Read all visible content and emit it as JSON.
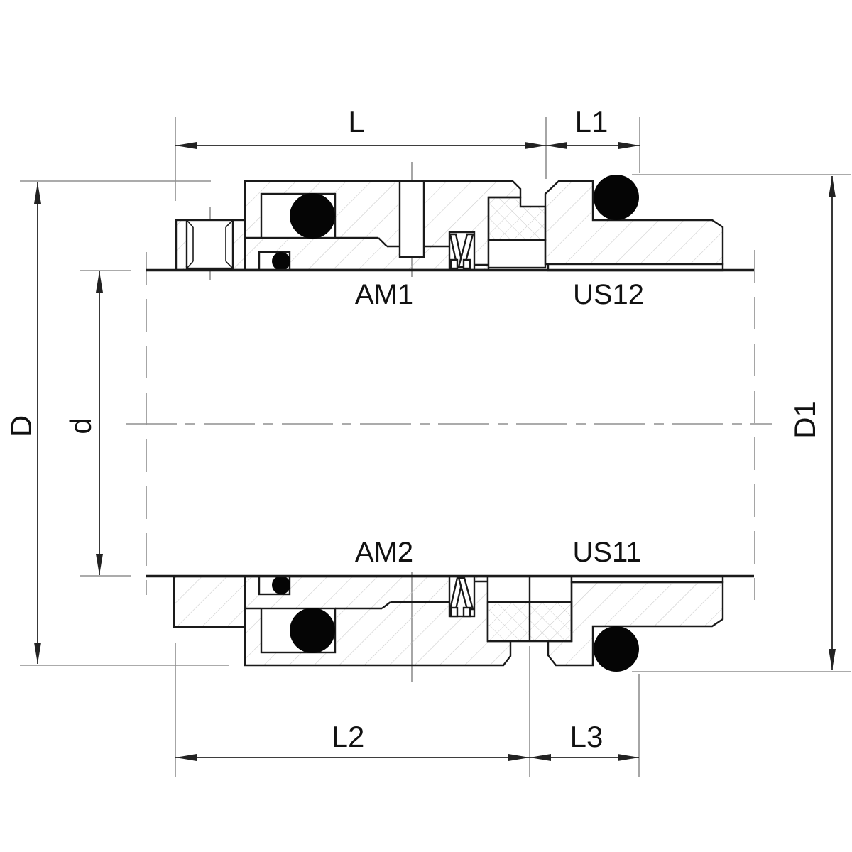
{
  "drawing": {
    "dimension_labels": {
      "length": "L",
      "length1": "L1",
      "length2": "L2",
      "length3": "L3",
      "outer_diameter": "D",
      "shaft_diameter": "d",
      "seat_diameter": "D1"
    },
    "part_labels": {
      "head_top": "AM1",
      "seat_top": "US12",
      "head_bottom": "AM2",
      "seat_bottom": "US11"
    },
    "colors": {
      "background": "#ffffff",
      "outline": "#1a1a1a",
      "dimension_line": "#222222",
      "extension_line": "#8f8f8f",
      "hatch_line": "#cccccc",
      "o_ring_fill": "#050505",
      "label_text": "#111111"
    }
  }
}
